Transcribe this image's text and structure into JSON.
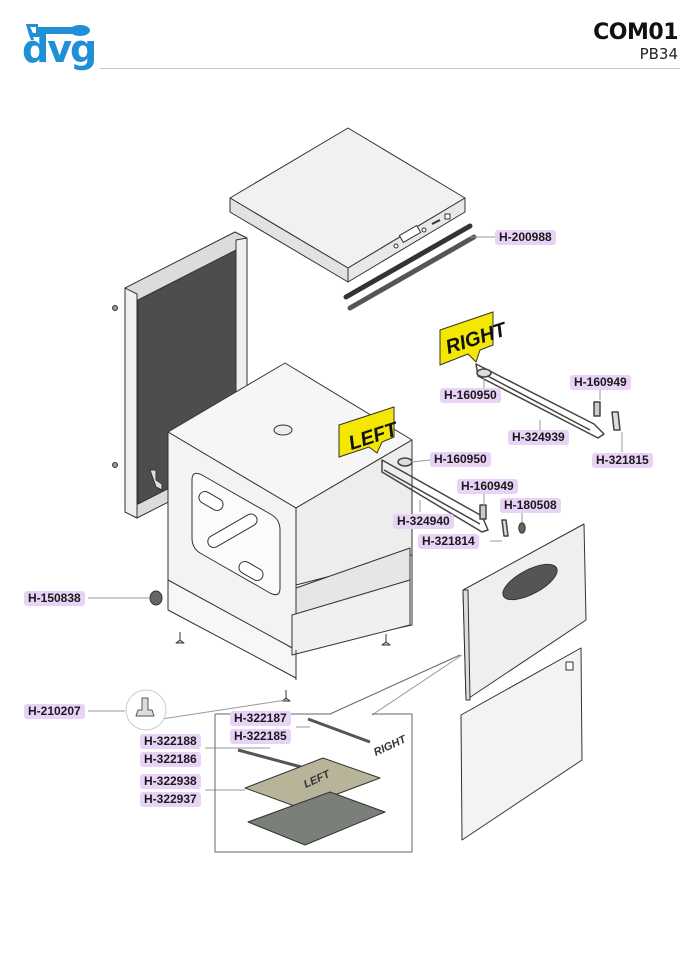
{
  "header": {
    "brand": "dvg",
    "doc_code": "COM01",
    "doc_subcode": "PB34",
    "brand_color": "#1f8fd6"
  },
  "tags": {
    "right": "RIGHT",
    "left": "LEFT",
    "filter_right": "RIGHT",
    "filter_left": "LEFT"
  },
  "parts": [
    {
      "id": "H-200988",
      "description_position": "top-cover-gasket"
    },
    {
      "id": "H-160949",
      "description_position": "right-rack-upper"
    },
    {
      "id": "H-160950",
      "description_position": "right-rack-front"
    },
    {
      "id": "H-324939",
      "description_position": "right-rack-rail"
    },
    {
      "id": "H-321815",
      "description_position": "right-rack-bracket"
    },
    {
      "id": "H-160950",
      "description_position": "left-rack-front"
    },
    {
      "id": "H-160949",
      "description_position": "left-rack-upper"
    },
    {
      "id": "H-180508",
      "description_position": "left-rack-screw"
    },
    {
      "id": "H-324940",
      "description_position": "left-rack-rail"
    },
    {
      "id": "H-321814",
      "description_position": "left-rack-bracket"
    },
    {
      "id": "H-150838",
      "description_position": "side-knob"
    },
    {
      "id": "H-210207",
      "description_position": "adjustable-foot"
    },
    {
      "id": "H-322187",
      "description_position": "filter-right-rail-a"
    },
    {
      "id": "H-322185",
      "description_position": "filter-right-rail-b"
    },
    {
      "id": "H-322188",
      "description_position": "filter-left-rail-a"
    },
    {
      "id": "H-322186",
      "description_position": "filter-left-rail-b"
    },
    {
      "id": "H-322938",
      "description_position": "filter-mat-a"
    },
    {
      "id": "H-322937",
      "description_position": "filter-mat-b"
    }
  ],
  "colors": {
    "label_bg": "#e8d2f5",
    "tag_bg": "#f5e800",
    "panel_dark": "#4a4a4a",
    "filter_mat": "#b8b49a",
    "filter_tray": "#7a7f7a"
  }
}
